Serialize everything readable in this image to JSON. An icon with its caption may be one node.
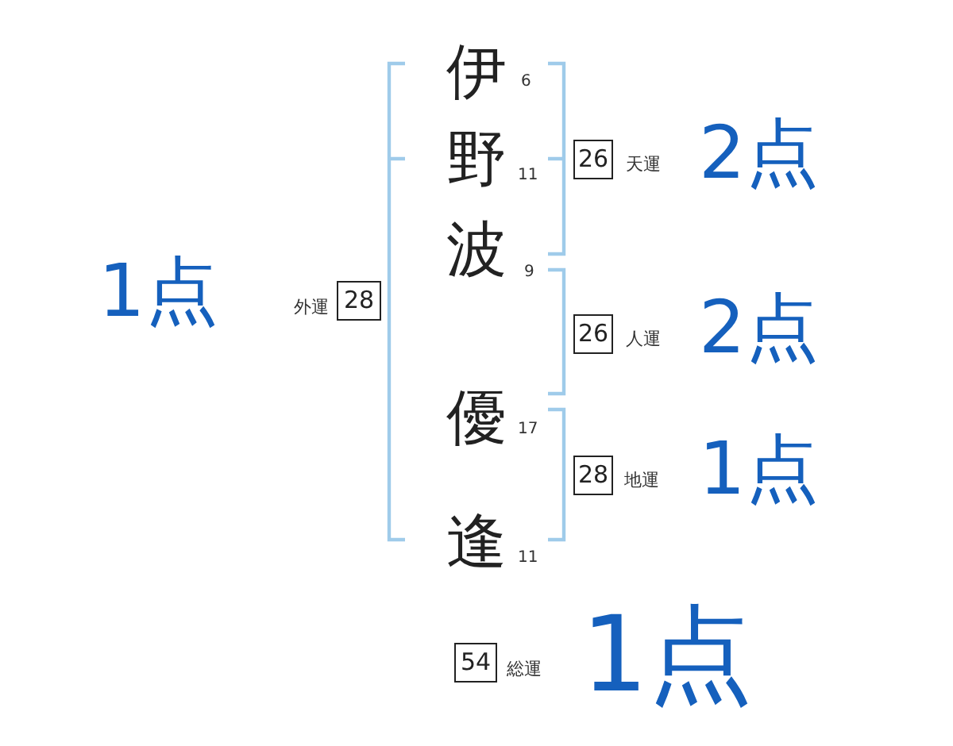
{
  "diagram": {
    "nodes": [
      {
        "text": [
          "26"
        ],
        "beside": [
          "天運",
          "2点"
        ]
      },
      {
        "text": [
          "28"
        ],
        "beside": [
          "外運",
          "1点"
        ]
      },
      {
        "text": [
          "26"
        ],
        "beside": [
          "人運",
          "2点"
        ]
      },
      {
        "text": [
          "28"
        ],
        "beside": [
          "地運",
          "1点"
        ]
      },
      {
        "text": [
          "54"
        ],
        "beside": [
          "総運",
          "1点"
        ]
      }
    ],
    "labels": [
      "伊",
      "6",
      "野",
      "11",
      "波",
      "9",
      "優",
      "17",
      "逢",
      "11"
    ]
  }
}
